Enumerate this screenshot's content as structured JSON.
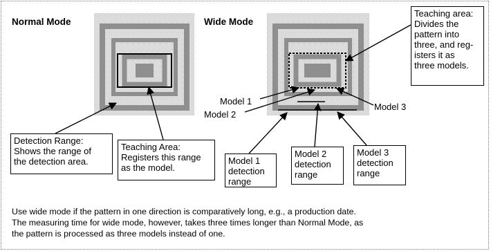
{
  "headings": {
    "normal": "Normal Mode",
    "wide": "Wide Mode"
  },
  "callouts": {
    "detection_range": "Detection Range:\nShows the range of\nthe detection area.",
    "teaching_area_normal": "Teaching Area:\nRegisters this range\nas the model.",
    "teaching_area_wide": "Teaching area:\nDivides the\npattern into\nthree, and reg-\nisters it as\nthree models.",
    "model1_range": "Model 1\ndetection\nrange",
    "model2_range": "Model 2\ndetection\nrange",
    "model3_range": "Model 3\ndetection\nrange"
  },
  "model_labels": {
    "model1": "Model 1",
    "model2": "Model 2",
    "model3": "Model 3"
  },
  "footnote": "Use wide mode if the pattern in one direction is comparatively long, e.g., a production date.\nThe measuring time for wide mode, however, takes three times longer than Normal Mode, as\nthe pattern is processed as three models instead of one."
}
